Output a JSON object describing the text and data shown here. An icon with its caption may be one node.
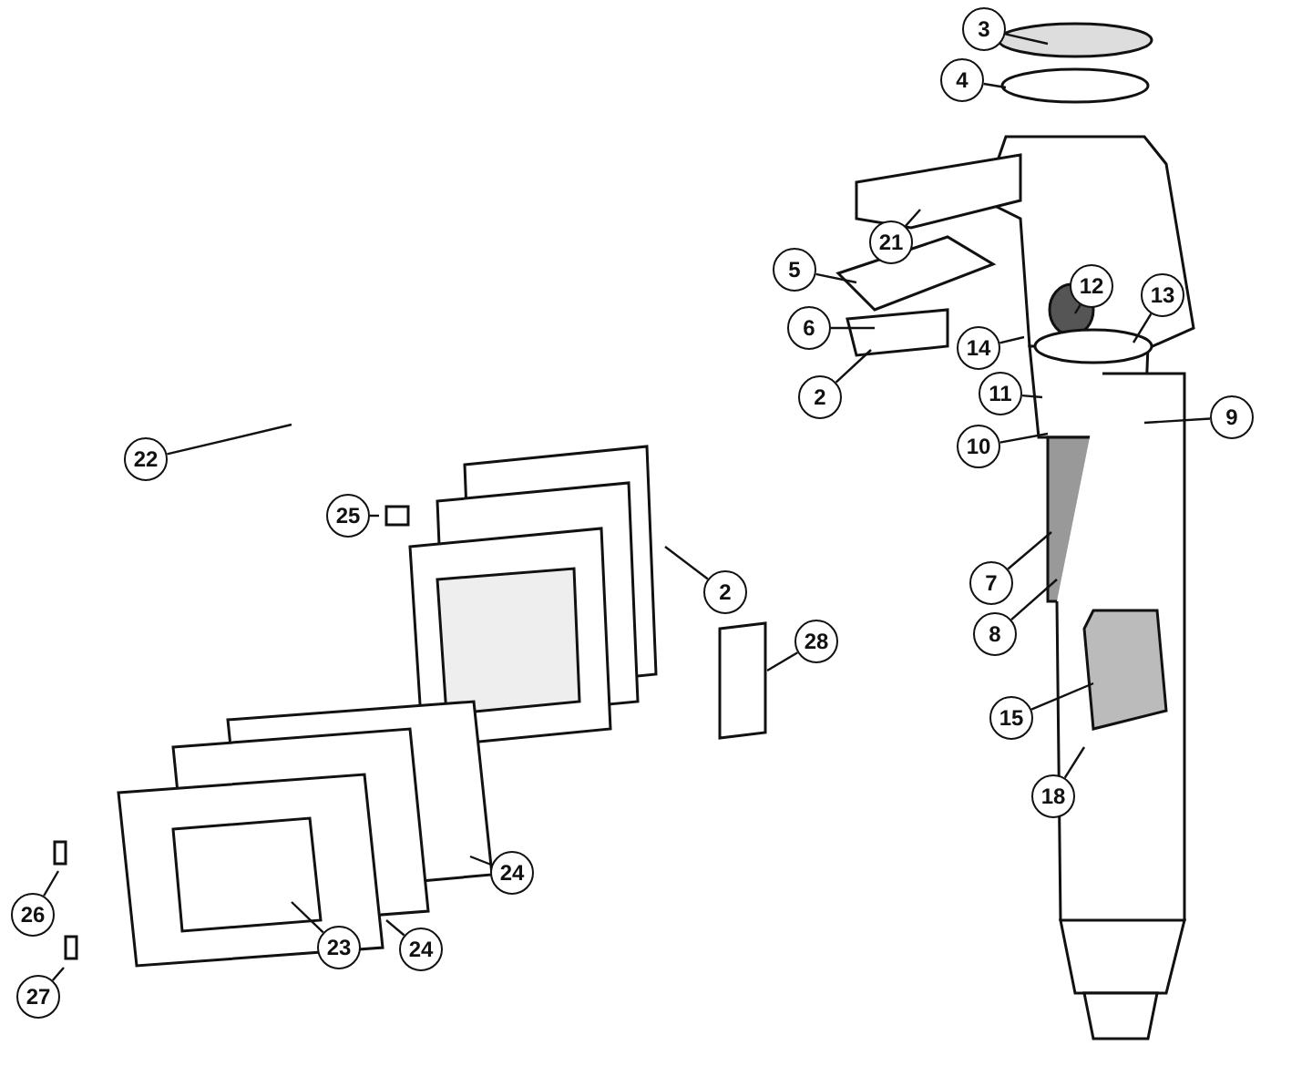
{
  "diagram": {
    "nodes": [
      {
        "text": [
          "3"
        ]
      },
      {
        "text": [
          "4"
        ]
      },
      {
        "text": [
          "21"
        ]
      },
      {
        "text": [
          "5"
        ]
      },
      {
        "text": [
          "12"
        ]
      },
      {
        "text": [
          "13"
        ]
      },
      {
        "text": [
          "6"
        ]
      },
      {
        "text": [
          "14"
        ]
      },
      {
        "text": [
          "2"
        ]
      },
      {
        "text": [
          "11"
        ]
      },
      {
        "text": [
          "9"
        ]
      },
      {
        "text": [
          "10"
        ]
      },
      {
        "text": [
          "22"
        ]
      },
      {
        "text": [
          "25"
        ]
      },
      {
        "text": [
          "7"
        ]
      },
      {
        "text": [
          "2"
        ]
      },
      {
        "text": [
          "8"
        ]
      },
      {
        "text": [
          "28"
        ]
      },
      {
        "text": [
          "15"
        ]
      },
      {
        "text": [
          "18"
        ]
      },
      {
        "text": [
          "24"
        ]
      },
      {
        "text": [
          "26"
        ]
      },
      {
        "text": [
          "23"
        ]
      },
      {
        "text": [
          "24"
        ]
      },
      {
        "text": [
          "27"
        ]
      }
    ],
    "edges": [
      {
        "from": 0,
        "to": null,
        "arrow": "none"
      },
      {
        "from": 1,
        "to": null,
        "arrow": "none"
      },
      {
        "from": 2,
        "to": null,
        "arrow": "none"
      },
      {
        "from": 3,
        "to": null,
        "arrow": "none"
      },
      {
        "from": 4,
        "to": null,
        "arrow": "none"
      },
      {
        "from": 5,
        "to": null,
        "arrow": "none"
      },
      {
        "from": 6,
        "to": null,
        "arrow": "none"
      },
      {
        "from": 7,
        "to": null,
        "arrow": "none"
      },
      {
        "from": 8,
        "to": null,
        "arrow": "none"
      },
      {
        "from": 9,
        "to": null,
        "arrow": "none"
      },
      {
        "from": 10,
        "to": null,
        "arrow": "none"
      },
      {
        "from": 11,
        "to": null,
        "arrow": "none"
      },
      {
        "from": 12,
        "to": null,
        "arrow": "none"
      },
      {
        "from": 13,
        "to": null,
        "arrow": "none"
      },
      {
        "from": 14,
        "to": null,
        "arrow": "none"
      },
      {
        "from": 15,
        "to": null,
        "arrow": "none"
      },
      {
        "from": 16,
        "to": null,
        "arrow": "none"
      },
      {
        "from": 17,
        "to": null,
        "arrow": "none"
      },
      {
        "from": 18,
        "to": null,
        "arrow": "none"
      },
      {
        "from": 19,
        "to": null,
        "arrow": "none"
      },
      {
        "from": 20,
        "to": null,
        "arrow": "none"
      },
      {
        "from": 21,
        "to": null,
        "arrow": "none"
      },
      {
        "from": 22,
        "to": null,
        "arrow": "none"
      },
      {
        "from": 23,
        "to": null,
        "arrow": "none"
      },
      {
        "from": 24,
        "to": null,
        "arrow": "none"
      }
    ]
  }
}
